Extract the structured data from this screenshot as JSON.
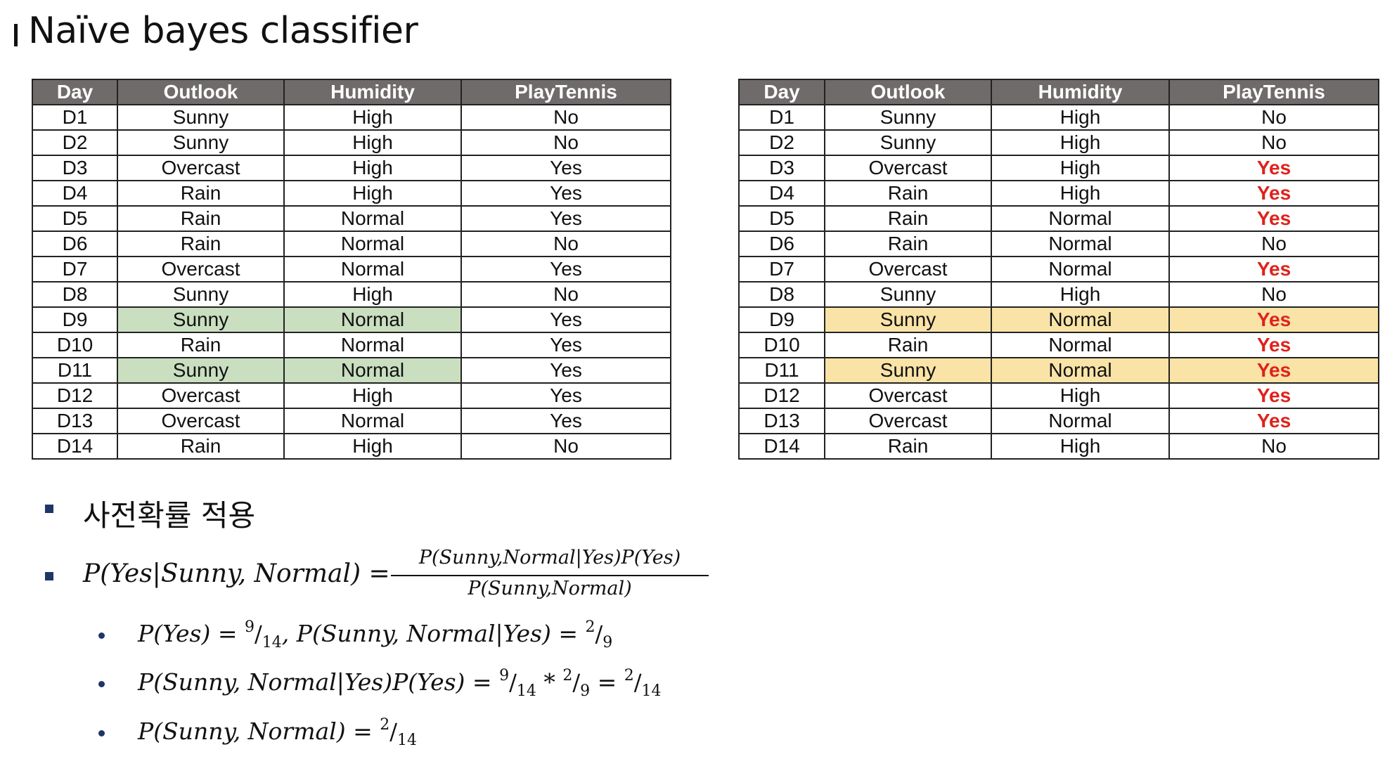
{
  "title": "Naïve bayes classifier",
  "columns": [
    "Day",
    "Outlook",
    "Humidity",
    "PlayTennis"
  ],
  "rows": [
    [
      "D1",
      "Sunny",
      "High",
      "No"
    ],
    [
      "D2",
      "Sunny",
      "High",
      "No"
    ],
    [
      "D3",
      "Overcast",
      "High",
      "Yes"
    ],
    [
      "D4",
      "Rain",
      "High",
      "Yes"
    ],
    [
      "D5",
      "Rain",
      "Normal",
      "Yes"
    ],
    [
      "D6",
      "Rain",
      "Normal",
      "No"
    ],
    [
      "D7",
      "Overcast",
      "Normal",
      "Yes"
    ],
    [
      "D8",
      "Sunny",
      "High",
      "No"
    ],
    [
      "D9",
      "Sunny",
      "Normal",
      "Yes"
    ],
    [
      "D10",
      "Rain",
      "Normal",
      "Yes"
    ],
    [
      "D11",
      "Sunny",
      "Normal",
      "Yes"
    ],
    [
      "D12",
      "Overcast",
      "High",
      "Yes"
    ],
    [
      "D13",
      "Overcast",
      "Normal",
      "Yes"
    ],
    [
      "D14",
      "Rain",
      "High",
      "No"
    ]
  ],
  "left_highlight_rows": [
    "D9",
    "D11"
  ],
  "right_highlight_rows": [
    "D9",
    "D11"
  ],
  "colors": {
    "header_bg": "#6f6b6b",
    "green_highlight": "#c9dfc0",
    "yellow_highlight": "#f9e3a6",
    "red_yes": "#e0211b",
    "bullet": "#1f3568"
  },
  "bullets": {
    "b1": "사전확률 적용",
    "formula_lhs": "P(Yes|Sunny, Normal) =",
    "formula_num": "P(Sunny,Normal|Yes)P(Yes)",
    "formula_den": "P(Sunny,Normal)",
    "s1_a": "P(Yes)",
    "s1_eq1": " = ",
    "s1_n1": "9",
    "s1_d1": "14",
    "s1_b": ", P(Sunny, Normal|Yes) = ",
    "s1_n2": "2",
    "s1_d2": "9",
    "s2_a": "P(Sunny, Normal|Yes)P(Yes)",
    "s2_eq": " = ",
    "s2_n1": "9",
    "s2_d1": "14",
    "s2_star": " * ",
    "s2_n2": "2",
    "s2_d2": "9",
    "s2_eq2": " = ",
    "s2_n3": "2",
    "s2_d3": "14",
    "s3_a": "P(Sunny, Normal)",
    "s3_eq": " = ",
    "s3_n": "2",
    "s3_d": "14"
  }
}
